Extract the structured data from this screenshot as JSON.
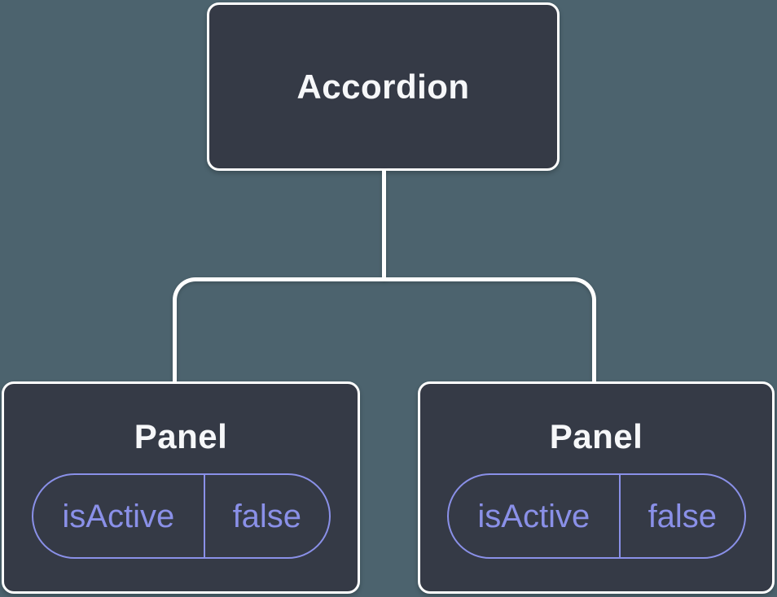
{
  "diagram": {
    "root": {
      "label": "Accordion"
    },
    "children": [
      {
        "label": "Panel",
        "state": {
          "key": "isActive",
          "value": "false"
        }
      },
      {
        "label": "Panel",
        "state": {
          "key": "isActive",
          "value": "false"
        }
      }
    ],
    "colors": {
      "background": "#4C636E",
      "node_fill": "#353A46",
      "node_border": "#FFFFFF",
      "node_text": "#F6F7F9",
      "state_accent": "#8A90E8",
      "connector": "#FFFFFF"
    }
  }
}
